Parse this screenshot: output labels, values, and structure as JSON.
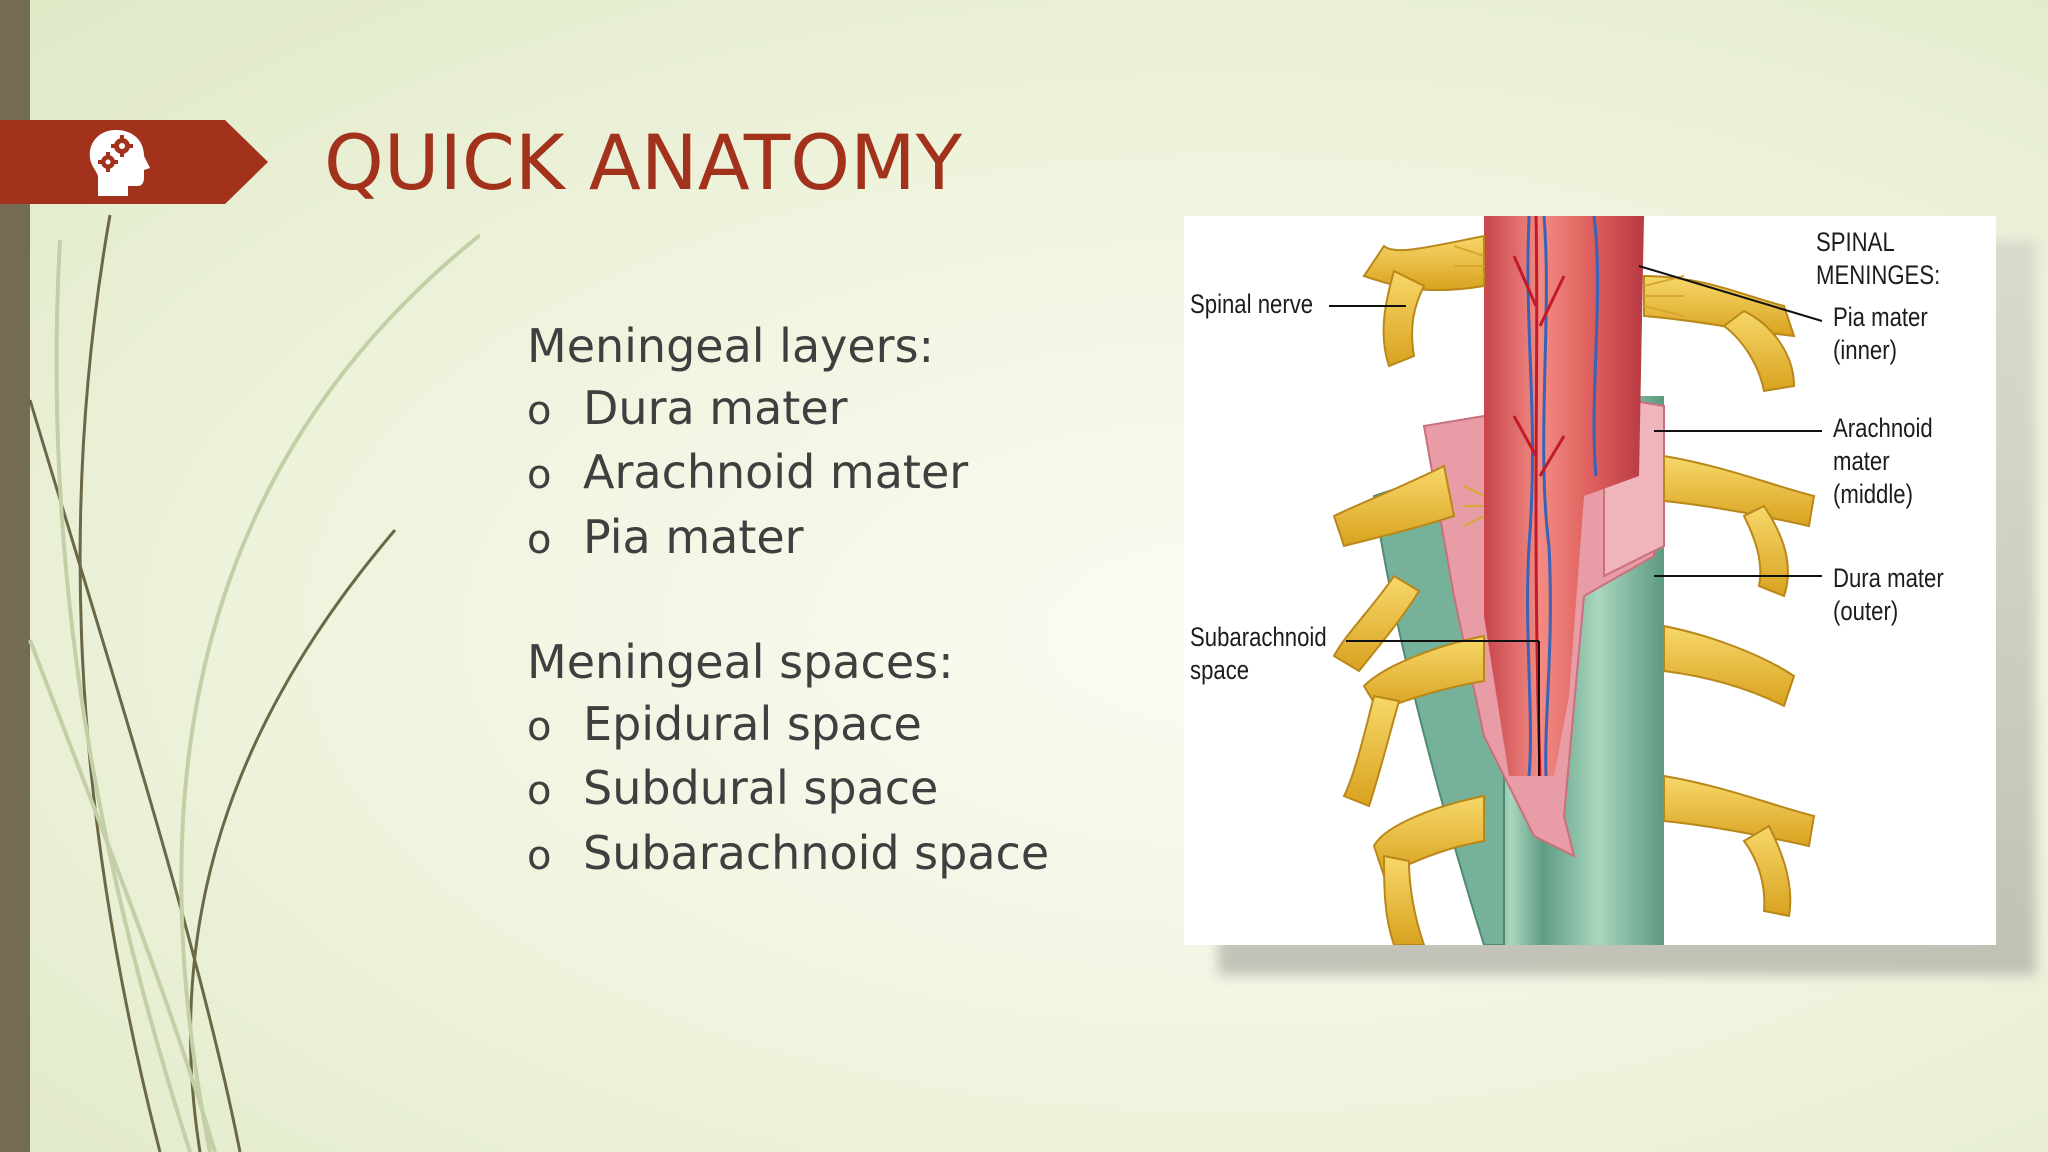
{
  "slide": {
    "title": "QUICK ANATOMY",
    "banner_icon": "head-gears-icon",
    "colors": {
      "accent": "#a2321b",
      "left_bar": "#736b52",
      "text": "#3f3f3f"
    }
  },
  "content": {
    "layers_heading": "Meningeal layers:",
    "layers": [
      "Dura mater",
      "Arachnoid mater",
      "Pia mater"
    ],
    "spaces_heading": "Meningeal spaces:",
    "spaces": [
      "Epidural space",
      "Subdural space",
      "Subarachnoid space"
    ],
    "bullet": "o"
  },
  "figure": {
    "labels": {
      "spinal_nerve": "Spinal nerve",
      "spinal_meninges": "SPINAL\nMENINGES:",
      "pia_mater": "Pia mater\n(inner)",
      "arachnoid_mater": "Arachnoid\nmater\n(middle)",
      "dura_mater": "Dura mater\n(outer)",
      "subarachnoid_space": "Subarachnoid\nspace"
    }
  }
}
